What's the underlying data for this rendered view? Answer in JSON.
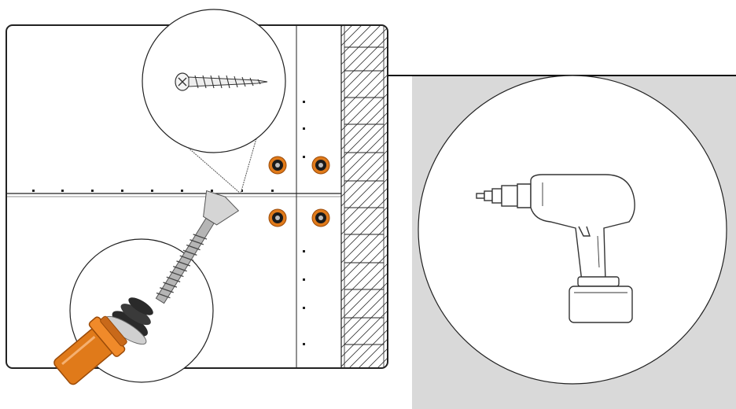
{
  "diagram": {
    "panel_labels": [],
    "callouts": [],
    "colors": {
      "line": "#1a1a1a",
      "board_fill": "#ffffff",
      "hatch": "#333333",
      "grey_panel": "#d9d9d9",
      "orange": "#e07a1a",
      "orange_dark": "#9a4a08",
      "metal": "#a9a9a9",
      "metal_dark": "#555555"
    },
    "icons": [
      "drywall-board",
      "wood-stud",
      "screw-icon",
      "drill-icon",
      "depth-stop-bit-icon",
      "screw-head-marker"
    ],
    "screw_marker_count": 4
  }
}
